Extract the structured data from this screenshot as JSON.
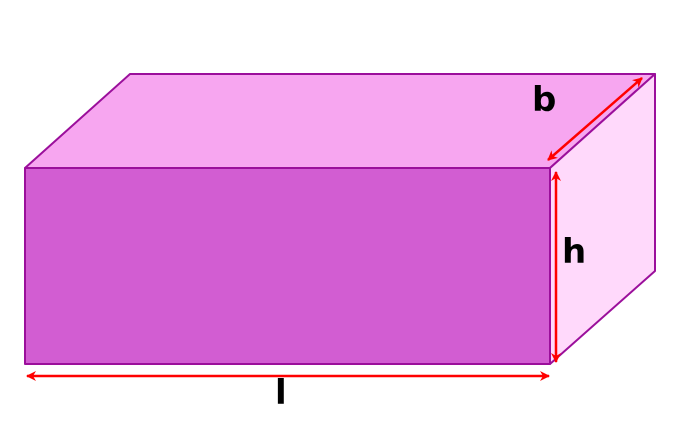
{
  "labels": {
    "breadth": "b",
    "height": "h",
    "length": "l"
  },
  "colors": {
    "top_face": "#f7a6f0",
    "front_face": "#d25dd2",
    "side_face": "#ffd9fb",
    "edge": "#9b0f9b",
    "arrow": "#ff0000",
    "text": "#000000"
  }
}
